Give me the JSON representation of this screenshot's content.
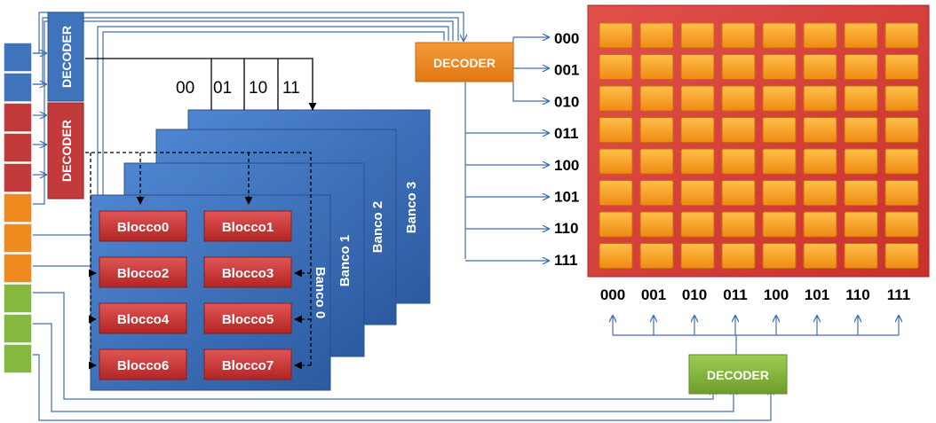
{
  "decoders": {
    "blue": "DECODER",
    "red": "DECODER",
    "orange": "DECODER",
    "green": "DECODER"
  },
  "bank_select_labels": [
    "00",
    "01",
    "10",
    "11"
  ],
  "banks": [
    "Banco 0",
    "Banco 1",
    "Banco 2",
    "Banco 3"
  ],
  "blocks": [
    "Blocco0",
    "Blocco1",
    "Blocco2",
    "Blocco3",
    "Blocco4",
    "Blocco5",
    "Blocco6",
    "Blocco7"
  ],
  "row_labels": [
    "000",
    "001",
    "010",
    "011",
    "100",
    "101",
    "110",
    "111"
  ],
  "col_labels": [
    "000",
    "001",
    "010",
    "011",
    "100",
    "101",
    "110",
    "111"
  ],
  "address_bits": [
    {
      "color": "blue",
      "count": 2
    },
    {
      "color": "red",
      "count": 3
    },
    {
      "color": "orange",
      "count": 3
    },
    {
      "color": "green",
      "count": 3
    }
  ],
  "colors": {
    "blue": "#3f74bd",
    "red": "#c23a3a",
    "orange": "#ef8a1f",
    "green": "#86b83f",
    "cell": "#f7a21b",
    "matrix": "#d93a36"
  }
}
